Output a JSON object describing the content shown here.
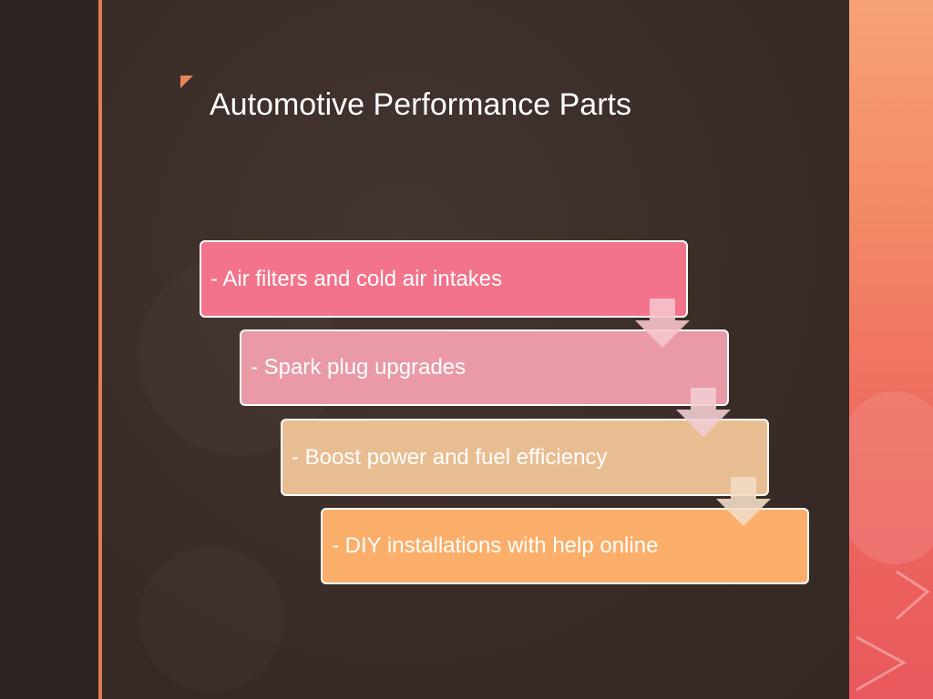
{
  "slide": {
    "title": "Automotive Performance Parts",
    "steps": [
      {
        "text": "- Air filters and cold air intakes",
        "color": "#f3738a"
      },
      {
        "text": "- Spark plug upgrades",
        "color": "#e99aa6"
      },
      {
        "text": "- Boost power and fuel efficiency",
        "color": "#e9bd92"
      },
      {
        "text": "- DIY installations with help online",
        "color": "#fbae69"
      }
    ],
    "colors": {
      "background": "#3a2c27",
      "accent": "#e07b53",
      "text": "#ffffff"
    }
  }
}
